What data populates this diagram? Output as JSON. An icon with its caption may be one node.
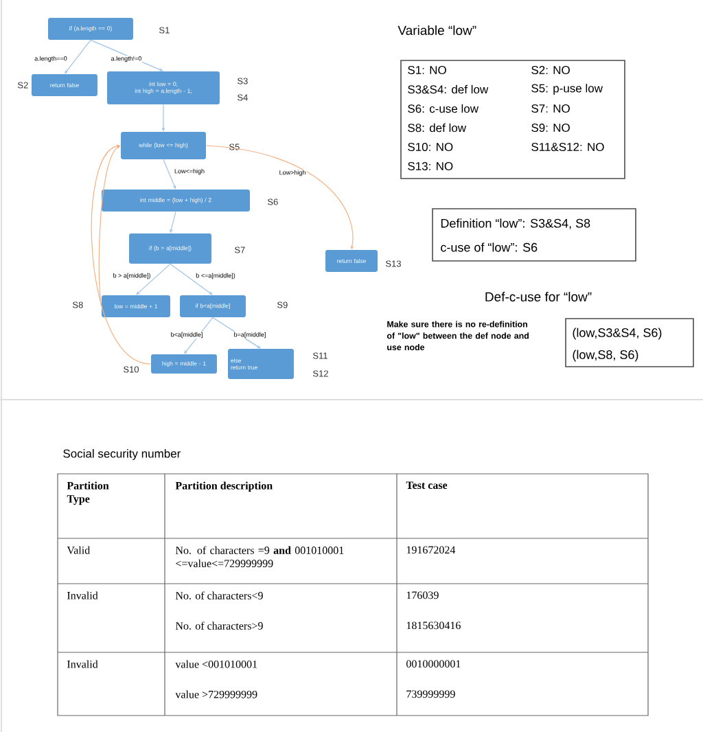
{
  "diagram": {
    "nodes": [
      {
        "text": [
          "if (a.length == 0)"
        ],
        "beside": [
          "S1"
        ]
      },
      {
        "text": [
          "return false"
        ],
        "beside": [
          "S2"
        ]
      },
      {
        "text": [
          "int low = 0;",
          "int high = a.length - 1;"
        ],
        "beside": [
          "S3",
          "S4"
        ]
      },
      {
        "text": [
          "while (low <= high)"
        ],
        "beside": [
          "S5"
        ]
      },
      {
        "text": [
          "int middle = (low + high) / 2"
        ],
        "beside": [
          "S6"
        ]
      },
      {
        "text": [
          "if (b > a[middle])"
        ],
        "beside": [
          "S7"
        ]
      },
      {
        "text": [
          "low = middle + 1"
        ],
        "beside": [
          "S8"
        ]
      },
      {
        "text": [
          "if b<a[middle]"
        ],
        "beside": [
          "S9"
        ]
      },
      {
        "text": [
          "high = middle - 1"
        ],
        "beside": [
          "S10"
        ]
      },
      {
        "text": [
          "else",
          "return true"
        ],
        "beside": [
          "S11",
          "S12"
        ]
      },
      {
        "text": [
          "return false"
        ],
        "beside": [
          "S13"
        ]
      },
      {
        "text": [
          "Variable “low”",
          "S1: NO",
          "S2:  NO",
          "S3&S4: def low",
          "S5: p-use low",
          "S6: c-use low",
          "S7: NO",
          "S8: def low",
          "S9: NO",
          "S10: NO",
          "S11&S12: NO",
          "S13: NO"
        ]
      },
      {
        "text": [
          "Definition “low”: S3&S4,  S8",
          "c-use of “low”: S6"
        ]
      },
      {
        "text": [
          "(low,S3&S4, S6)",
          "(low,S8, S6)"
        ]
      }
    ],
    "edges": [
      {
        "from": 0,
        "to": 1,
        "arrow": "to",
        "label": "a.length==0"
      },
      {
        "from": 0,
        "to": 2,
        "arrow": "to",
        "label": "a.length!=0"
      },
      {
        "from": 2,
        "to": 3,
        "arrow": "to"
      },
      {
        "from": 3,
        "to": 4,
        "arrow": "to",
        "label": "Low<=high"
      },
      {
        "from": 3,
        "to": 10,
        "arrow": "to",
        "label": "Low>high",
        "color": "#f4b183"
      },
      {
        "from": 4,
        "to": 5,
        "arrow": "to"
      },
      {
        "from": 5,
        "to": 6,
        "arrow": "to",
        "label": "b > a[middle])"
      },
      {
        "from": 5,
        "to": 7,
        "arrow": "to",
        "label": "b <=a[middle])"
      },
      {
        "from": 7,
        "to": 8,
        "arrow": "to",
        "label": "b<a[middle]"
      },
      {
        "from": 7,
        "to": 9,
        "arrow": "to",
        "label": "b=a[middle]"
      },
      {
        "from": 6,
        "to": 3,
        "arrow": "to",
        "color": "#f4b183"
      },
      {
        "from": 8,
        "to": 3,
        "arrow": "to",
        "color": "#f4b183"
      }
    ],
    "labels": [
      "Def-c-use for “low”",
      "Make sure there is no re-definition of \"low\" between the def node and use node",
      "Social security number",
      "Partition Type",
      "Partition description",
      "Test case",
      "Valid",
      "No. of characters =9 **and** 001010001 <=value<=729999999",
      "191672024",
      "Invalid",
      "No. of characters<9",
      "No. of characters>9",
      "176039",
      "1815630416",
      "Invalid",
      "value <001010001",
      "value >729999999",
      "0010000001",
      "739999999"
    ]
  }
}
